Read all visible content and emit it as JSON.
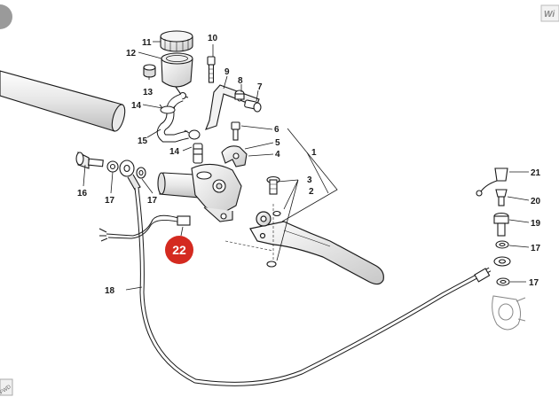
{
  "diagram": {
    "callouts": [
      {
        "id": "c1",
        "label": "1"
      },
      {
        "id": "c2",
        "label": "2"
      },
      {
        "id": "c3",
        "label": "3"
      },
      {
        "id": "c4",
        "label": "4"
      },
      {
        "id": "c5",
        "label": "5"
      },
      {
        "id": "c6",
        "label": "6"
      },
      {
        "id": "c7",
        "label": "7"
      },
      {
        "id": "c8",
        "label": "8"
      },
      {
        "id": "c9",
        "label": "9"
      },
      {
        "id": "c10",
        "label": "10"
      },
      {
        "id": "c11",
        "label": "11"
      },
      {
        "id": "c12",
        "label": "12"
      },
      {
        "id": "c13",
        "label": "13"
      },
      {
        "id": "c14a",
        "label": "14"
      },
      {
        "id": "c14b",
        "label": "14"
      },
      {
        "id": "c15",
        "label": "15"
      },
      {
        "id": "c16",
        "label": "16"
      },
      {
        "id": "c17a",
        "label": "17"
      },
      {
        "id": "c17b",
        "label": "17"
      },
      {
        "id": "c17c",
        "label": "17"
      },
      {
        "id": "c18",
        "label": "18"
      },
      {
        "id": "c19",
        "label": "19"
      },
      {
        "id": "c20",
        "label": "20"
      },
      {
        "id": "c21",
        "label": "21"
      }
    ],
    "highlight": {
      "label": "22",
      "color": "#d42a20",
      "text_color": "#ffffff"
    },
    "line_color": "#1a1a1a",
    "watermark_top": "Wi",
    "watermark_bottom": "FWD"
  }
}
